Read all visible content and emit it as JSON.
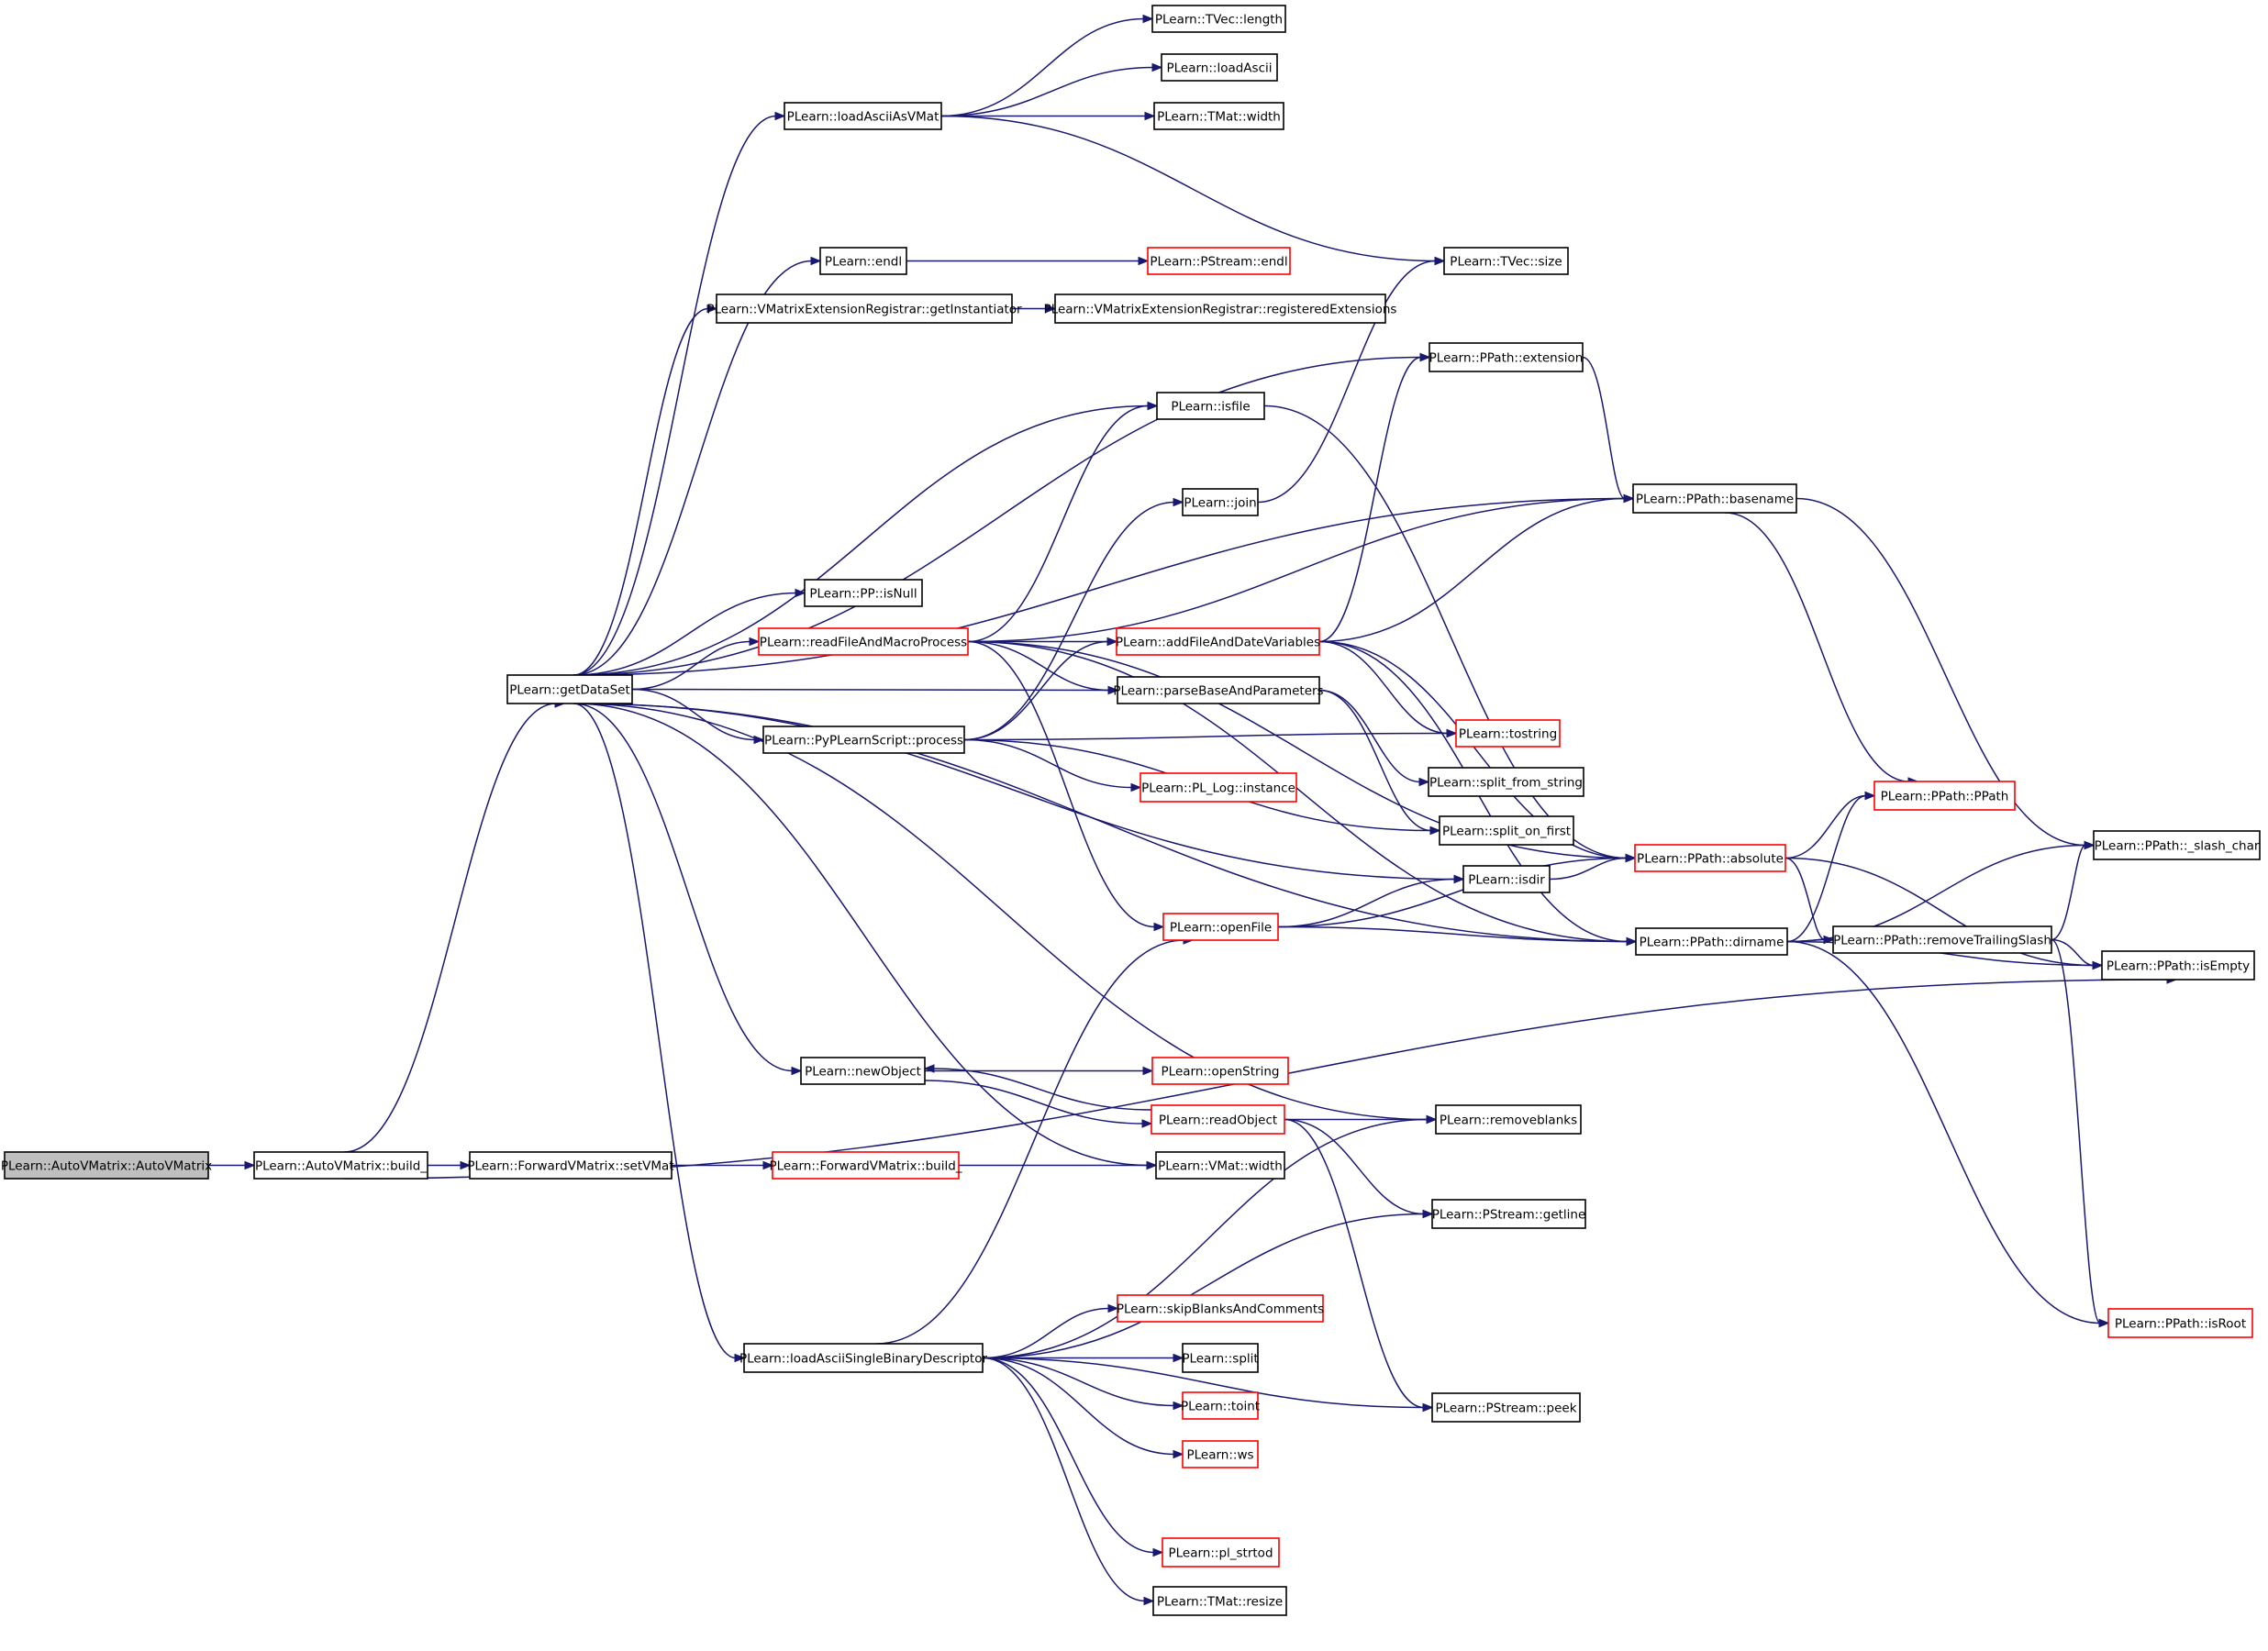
{
  "diagram": {
    "type": "call-graph",
    "colors": {
      "edge": "#191970",
      "box_default": "#000000",
      "box_truncated": "#ff0000",
      "root_fill": "#bfbfbf",
      "fill": "#ffffff"
    },
    "nodes": [
      {
        "id": "root",
        "label": "PLearn::AutoVMatrix::AutoVMatrix",
        "style": "root"
      },
      {
        "id": "build",
        "label": "PLearn::AutoVMatrix::build_",
        "style": "normal"
      },
      {
        "id": "setVMat",
        "label": "PLearn::ForwardVMatrix::setVMat",
        "style": "normal"
      },
      {
        "id": "fwdbuild",
        "label": "PLearn::ForwardVMatrix::build_",
        "style": "truncated"
      },
      {
        "id": "getDataSet",
        "label": "PLearn::getDataSet",
        "style": "normal"
      },
      {
        "id": "loadAsciiAsVMat",
        "label": "PLearn::loadAsciiAsVMat",
        "style": "normal"
      },
      {
        "id": "tveclength",
        "label": "PLearn::TVec::length",
        "style": "normal"
      },
      {
        "id": "loadAscii",
        "label": "PLearn::loadAscii",
        "style": "normal"
      },
      {
        "id": "tmatwidth",
        "label": "PLearn::TMat::width",
        "style": "normal"
      },
      {
        "id": "endl",
        "label": "PLearn::endl",
        "style": "normal"
      },
      {
        "id": "pstreamendl",
        "label": "PLearn::PStream::endl",
        "style": "truncated"
      },
      {
        "id": "tvecsize",
        "label": "PLearn::TVec::size",
        "style": "normal"
      },
      {
        "id": "getInstantiator",
        "label": "PLearn::VMatrixExtensionRegistrar::getInstantiator",
        "style": "normal"
      },
      {
        "id": "registeredExt",
        "label": "PLearn::VMatrixExtensionRegistrar::registeredExtensions",
        "style": "normal"
      },
      {
        "id": "extension",
        "label": "PLearn::PPath::extension",
        "style": "normal"
      },
      {
        "id": "isfile",
        "label": "PLearn::isfile",
        "style": "normal"
      },
      {
        "id": "join",
        "label": "PLearn::join",
        "style": "normal"
      },
      {
        "id": "basename",
        "label": "PLearn::PPath::basename",
        "style": "normal"
      },
      {
        "id": "isNull",
        "label": "PLearn::PP::isNull",
        "style": "normal"
      },
      {
        "id": "readFileMacro",
        "label": "PLearn::readFileAndMacroProcess",
        "style": "truncated"
      },
      {
        "id": "addFileDate",
        "label": "PLearn::addFileAndDateVariables",
        "style": "truncated"
      },
      {
        "id": "parseBase",
        "label": "PLearn::parseBaseAndParameters",
        "style": "normal"
      },
      {
        "id": "tostring",
        "label": "PLearn::tostring",
        "style": "truncated"
      },
      {
        "id": "process",
        "label": "PLearn::PyPLearnScript::process",
        "style": "normal"
      },
      {
        "id": "splitFromString",
        "label": "PLearn::split_from_string",
        "style": "normal"
      },
      {
        "id": "plloginst",
        "label": "PLearn::PL_Log::instance",
        "style": "truncated"
      },
      {
        "id": "splitOnFirst",
        "label": "PLearn::split_on_first",
        "style": "normal"
      },
      {
        "id": "ppathctor",
        "label": "PLearn::PPath::PPath",
        "style": "truncated"
      },
      {
        "id": "absolute",
        "label": "PLearn::PPath::absolute",
        "style": "truncated"
      },
      {
        "id": "slashchar",
        "label": "PLearn::PPath::_slash_char",
        "style": "normal"
      },
      {
        "id": "isdir",
        "label": "PLearn::isdir",
        "style": "normal"
      },
      {
        "id": "openFile",
        "label": "PLearn::openFile",
        "style": "truncated"
      },
      {
        "id": "dirname",
        "label": "PLearn::PPath::dirname",
        "style": "normal"
      },
      {
        "id": "removeTrailing",
        "label": "PLearn::PPath::removeTrailingSlash",
        "style": "normal"
      },
      {
        "id": "isEmpty",
        "label": "PLearn::PPath::isEmpty",
        "style": "normal"
      },
      {
        "id": "newObject",
        "label": "PLearn::newObject",
        "style": "normal"
      },
      {
        "id": "openString",
        "label": "PLearn::openString",
        "style": "truncated"
      },
      {
        "id": "readObject",
        "label": "PLearn::readObject",
        "style": "truncated"
      },
      {
        "id": "removeblanks",
        "label": "PLearn::removeblanks",
        "style": "normal"
      },
      {
        "id": "vmatwidth",
        "label": "PLearn::VMat::width",
        "style": "normal"
      },
      {
        "id": "getline",
        "label": "PLearn::PStream::getline",
        "style": "normal"
      },
      {
        "id": "isRoot",
        "label": "PLearn::PPath::isRoot",
        "style": "truncated"
      },
      {
        "id": "skipBlanks",
        "label": "PLearn::skipBlanksAndComments",
        "style": "truncated"
      },
      {
        "id": "loadSingleBin",
        "label": "PLearn::loadAsciiSingleBinaryDescriptor",
        "style": "normal"
      },
      {
        "id": "split",
        "label": "PLearn::split",
        "style": "normal"
      },
      {
        "id": "toint",
        "label": "PLearn::toint",
        "style": "truncated"
      },
      {
        "id": "peek",
        "label": "PLearn::PStream::peek",
        "style": "normal"
      },
      {
        "id": "ws",
        "label": "PLearn::ws",
        "style": "truncated"
      },
      {
        "id": "plstrtod",
        "label": "PLearn::pl_strtod",
        "style": "truncated"
      },
      {
        "id": "tmatresize",
        "label": "PLearn::TMat::resize",
        "style": "normal"
      }
    ],
    "edges": [
      [
        "root",
        "build"
      ],
      [
        "build",
        "setVMat"
      ],
      [
        "setVMat",
        "fwdbuild"
      ],
      [
        "fwdbuild",
        "vmatwidth"
      ],
      [
        "build",
        "getDataSet"
      ],
      [
        "build",
        "isEmpty"
      ],
      [
        "getDataSet",
        "loadAsciiAsVMat"
      ],
      [
        "getDataSet",
        "basename"
      ],
      [
        "getDataSet",
        "endl"
      ],
      [
        "getDataSet",
        "getInstantiator"
      ],
      [
        "getDataSet",
        "extension"
      ],
      [
        "getDataSet",
        "isfile"
      ],
      [
        "getDataSet",
        "isNull"
      ],
      [
        "getDataSet",
        "readFileMacro"
      ],
      [
        "getDataSet",
        "parseBase"
      ],
      [
        "getDataSet",
        "process"
      ],
      [
        "getDataSet",
        "isdir"
      ],
      [
        "getDataSet",
        "dirname"
      ],
      [
        "getDataSet",
        "removeblanks"
      ],
      [
        "getDataSet",
        "newObject"
      ],
      [
        "getDataSet",
        "vmatwidth"
      ],
      [
        "getDataSet",
        "loadSingleBin"
      ],
      [
        "loadAsciiAsVMat",
        "tveclength"
      ],
      [
        "loadAsciiAsVMat",
        "loadAscii"
      ],
      [
        "loadAsciiAsVMat",
        "tmatwidth"
      ],
      [
        "loadAsciiAsVMat",
        "tvecsize"
      ],
      [
        "endl",
        "pstreamendl"
      ],
      [
        "getInstantiator",
        "registeredExt"
      ],
      [
        "readFileMacro",
        "isfile"
      ],
      [
        "readFileMacro",
        "basename"
      ],
      [
        "readFileMacro",
        "absolute"
      ],
      [
        "readFileMacro",
        "addFileDate"
      ],
      [
        "readFileMacro",
        "dirname"
      ],
      [
        "readFileMacro",
        "parseBase"
      ],
      [
        "readFileMacro",
        "openFile"
      ],
      [
        "addFileDate",
        "extension"
      ],
      [
        "addFileDate",
        "basename"
      ],
      [
        "addFileDate",
        "tostring"
      ],
      [
        "addFileDate",
        "absolute"
      ],
      [
        "addFileDate",
        "dirname"
      ],
      [
        "process",
        "join"
      ],
      [
        "process",
        "addFileDate"
      ],
      [
        "process",
        "splitOnFirst"
      ],
      [
        "process",
        "plloginst"
      ],
      [
        "process",
        "tostring"
      ],
      [
        "parseBase",
        "splitFromString"
      ],
      [
        "parseBase",
        "splitOnFirst"
      ],
      [
        "join",
        "tvecsize"
      ],
      [
        "isfile",
        "absolute"
      ],
      [
        "extension",
        "basename"
      ],
      [
        "basename",
        "ppathctor"
      ],
      [
        "basename",
        "slashchar"
      ],
      [
        "isdir",
        "absolute"
      ],
      [
        "openFile",
        "isdir"
      ],
      [
        "openFile",
        "absolute"
      ],
      [
        "openFile",
        "dirname"
      ],
      [
        "absolute",
        "ppathctor"
      ],
      [
        "absolute",
        "removeTrailing"
      ],
      [
        "absolute",
        "isEmpty"
      ],
      [
        "dirname",
        "ppathctor"
      ],
      [
        "dirname",
        "slashchar"
      ],
      [
        "dirname",
        "removeTrailing"
      ],
      [
        "dirname",
        "isEmpty"
      ],
      [
        "dirname",
        "isRoot"
      ],
      [
        "removeTrailing",
        "slashchar"
      ],
      [
        "removeTrailing",
        "isEmpty"
      ],
      [
        "removeTrailing",
        "isRoot"
      ],
      [
        "newObject",
        "openString"
      ],
      [
        "newObject",
        "readObject"
      ],
      [
        "readObject",
        "newObject"
      ],
      [
        "readObject",
        "removeblanks"
      ],
      [
        "readObject",
        "getline"
      ],
      [
        "readObject",
        "peek"
      ],
      [
        "loadSingleBin",
        "openFile"
      ],
      [
        "loadSingleBin",
        "removeblanks"
      ],
      [
        "loadSingleBin",
        "getline"
      ],
      [
        "loadSingleBin",
        "skipBlanks"
      ],
      [
        "loadSingleBin",
        "split"
      ],
      [
        "loadSingleBin",
        "toint"
      ],
      [
        "loadSingleBin",
        "ws"
      ],
      [
        "loadSingleBin",
        "peek"
      ],
      [
        "loadSingleBin",
        "plstrtod"
      ],
      [
        "loadSingleBin",
        "tmatresize"
      ]
    ]
  }
}
